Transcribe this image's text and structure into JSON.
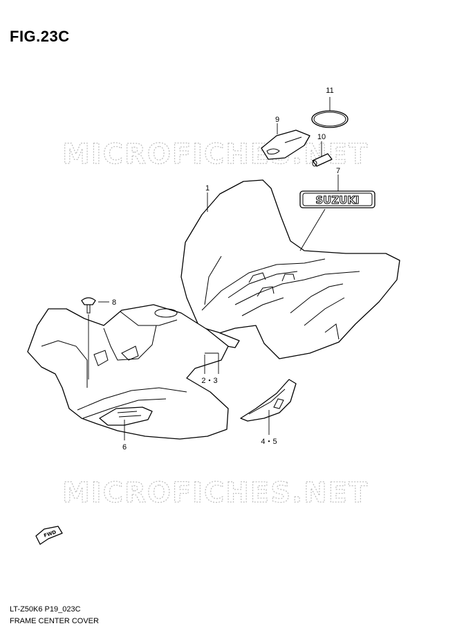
{
  "figure": {
    "title": "FIG.23C",
    "watermark": "MICROFICHES.NET",
    "code": "LT-Z50K6 P19_023C",
    "name": "FRAME CENTER COVER"
  },
  "callouts": [
    {
      "id": "c1",
      "label": "1"
    },
    {
      "id": "c2",
      "label": "2・3"
    },
    {
      "id": "c4",
      "label": "4・5"
    },
    {
      "id": "c6",
      "label": "6"
    },
    {
      "id": "c7",
      "label": "7"
    },
    {
      "id": "c8",
      "label": "8"
    },
    {
      "id": "c9",
      "label": "9"
    },
    {
      "id": "c10",
      "label": "10"
    },
    {
      "id": "c11",
      "label": "11"
    }
  ],
  "emblem_text": "SUZUKI",
  "fwd_text": "FWD"
}
